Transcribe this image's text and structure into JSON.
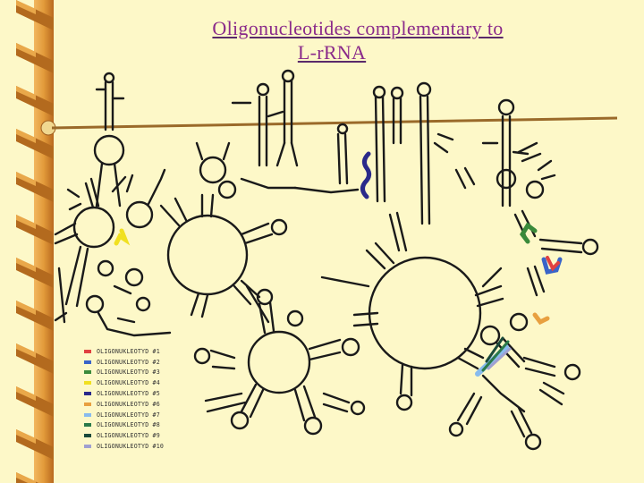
{
  "title": {
    "line1": "Oligonucleotides complementary to",
    "line2": "L-rRNA"
  },
  "colors": {
    "background": "#fdf8c8",
    "title": "#8a2a8a",
    "bar_light": "#e8a040",
    "bar_dark": "#a65a14",
    "rna_line": "#1a1a1a"
  },
  "legend": [
    {
      "label": "OLIGONUKLEOTYD #1",
      "color": "#e04040"
    },
    {
      "label": "OLIGONUKLEOTYD #2",
      "color": "#3a64c8"
    },
    {
      "label": "OLIGONUKLEOTYD #3",
      "color": "#3a8a3a"
    },
    {
      "label": "OLIGONUKLEOTYD #4",
      "color": "#f0e020"
    },
    {
      "label": "OLIGONUKLEOTYD #5",
      "color": "#2a2a8a"
    },
    {
      "label": "OLIGONUKLEOTYD #6",
      "color": "#e8a040"
    },
    {
      "label": "OLIGONUKLEOTYD #7",
      "color": "#88bbee"
    },
    {
      "label": "OLIGONUKLEOTYD #8",
      "color": "#2a7a4a"
    },
    {
      "label": "OLIGONUKLEOTYD #9",
      "color": "#1a4a3a"
    },
    {
      "label": "OLIGONUKLEOTYD #10",
      "color": "#a0a0d0"
    }
  ]
}
